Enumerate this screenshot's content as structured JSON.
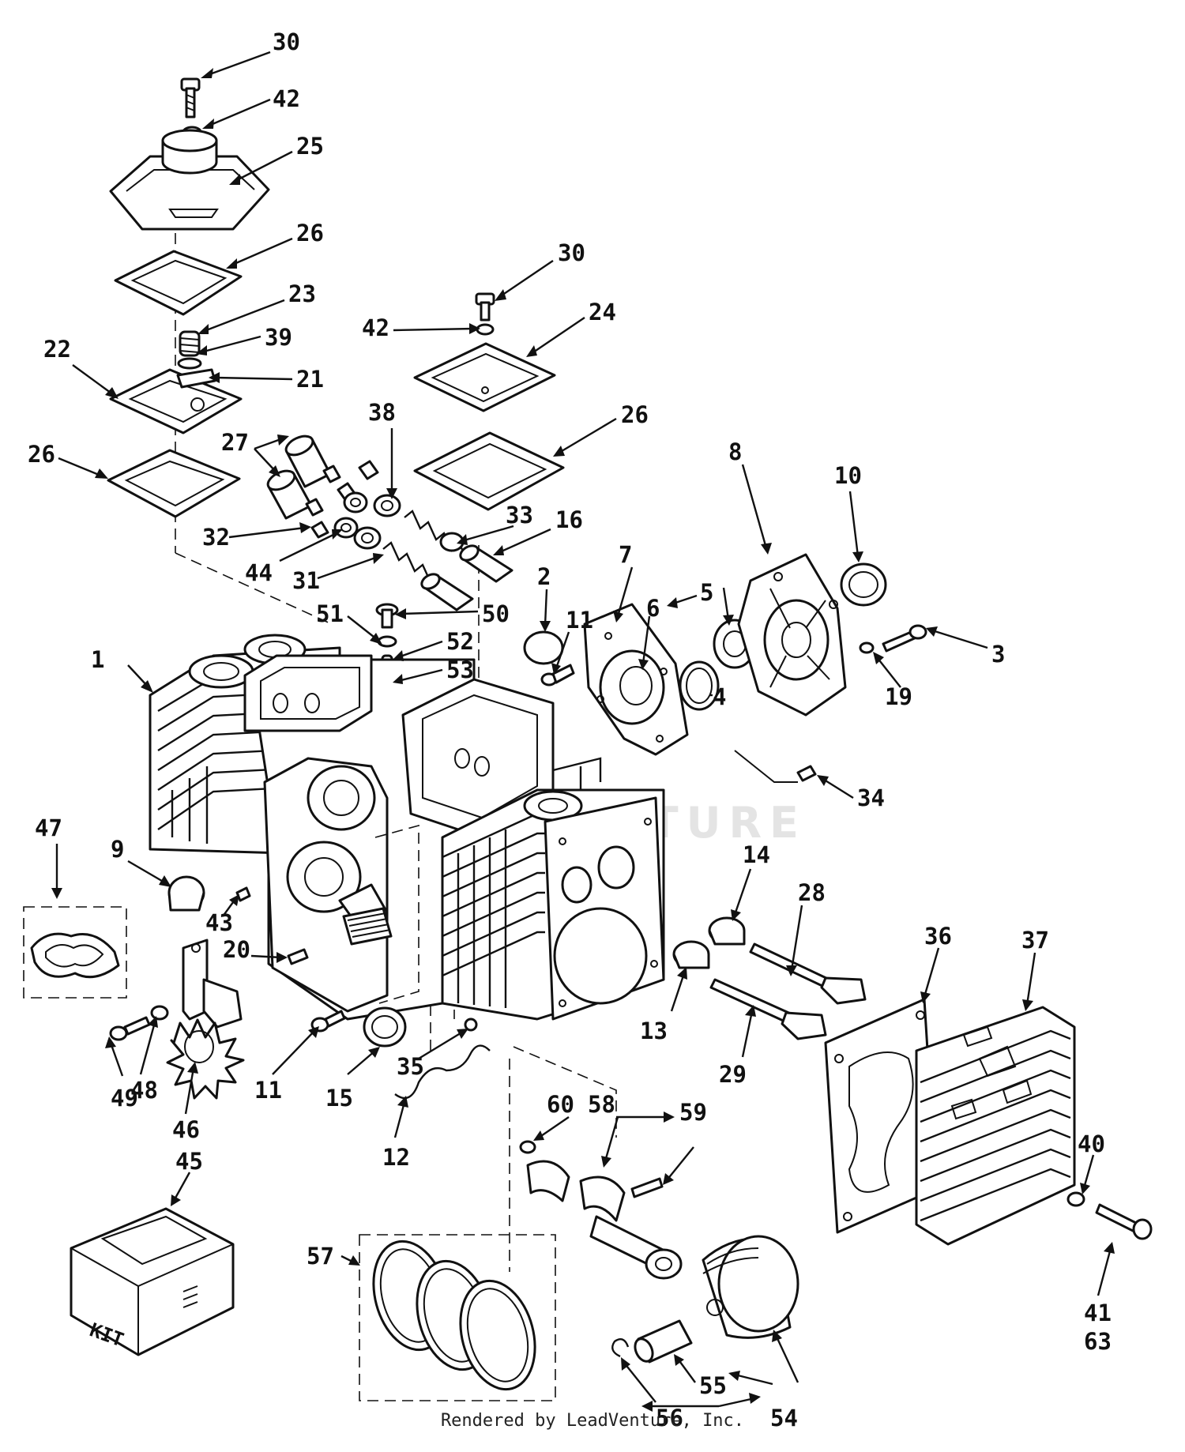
{
  "callouts": [
    {
      "id": "c-1",
      "label": "1"
    },
    {
      "id": "c-2",
      "label": "2"
    },
    {
      "id": "c-3",
      "label": "3"
    },
    {
      "id": "c-4",
      "label": "4"
    },
    {
      "id": "c-5",
      "label": "5"
    },
    {
      "id": "c-6",
      "label": "6"
    },
    {
      "id": "c-7",
      "label": "7"
    },
    {
      "id": "c-8",
      "label": "8"
    },
    {
      "id": "c-9",
      "label": "9"
    },
    {
      "id": "c-10",
      "label": "10"
    },
    {
      "id": "c-11a",
      "label": "11"
    },
    {
      "id": "c-11b",
      "label": "11"
    },
    {
      "id": "c-12",
      "label": "12"
    },
    {
      "id": "c-13",
      "label": "13"
    },
    {
      "id": "c-14",
      "label": "14"
    },
    {
      "id": "c-15",
      "label": "15"
    },
    {
      "id": "c-16",
      "label": "16"
    },
    {
      "id": "c-19",
      "label": "19"
    },
    {
      "id": "c-20",
      "label": "20"
    },
    {
      "id": "c-21",
      "label": "21"
    },
    {
      "id": "c-22",
      "label": "22"
    },
    {
      "id": "c-23",
      "label": "23"
    },
    {
      "id": "c-24",
      "label": "24"
    },
    {
      "id": "c-25",
      "label": "25"
    },
    {
      "id": "c-26a",
      "label": "26"
    },
    {
      "id": "c-26b",
      "label": "26"
    },
    {
      "id": "c-26c",
      "label": "26"
    },
    {
      "id": "c-27",
      "label": "27"
    },
    {
      "id": "c-28",
      "label": "28"
    },
    {
      "id": "c-29",
      "label": "29"
    },
    {
      "id": "c-30a",
      "label": "30"
    },
    {
      "id": "c-30b",
      "label": "30"
    },
    {
      "id": "c-31",
      "label": "31"
    },
    {
      "id": "c-32",
      "label": "32"
    },
    {
      "id": "c-33",
      "label": "33"
    },
    {
      "id": "c-34",
      "label": "34"
    },
    {
      "id": "c-35",
      "label": "35"
    },
    {
      "id": "c-36",
      "label": "36"
    },
    {
      "id": "c-37",
      "label": "37"
    },
    {
      "id": "c-38",
      "label": "38"
    },
    {
      "id": "c-39",
      "label": "39"
    },
    {
      "id": "c-40",
      "label": "40"
    },
    {
      "id": "c-41",
      "label": "41"
    },
    {
      "id": "c-42a",
      "label": "42"
    },
    {
      "id": "c-42b",
      "label": "42"
    },
    {
      "id": "c-43",
      "label": "43"
    },
    {
      "id": "c-44",
      "label": "44"
    },
    {
      "id": "c-45",
      "label": "45"
    },
    {
      "id": "c-46",
      "label": "46"
    },
    {
      "id": "c-47",
      "label": "47"
    },
    {
      "id": "c-48",
      "label": "48"
    },
    {
      "id": "c-49",
      "label": "49"
    },
    {
      "id": "c-50",
      "label": "50"
    },
    {
      "id": "c-51",
      "label": "51"
    },
    {
      "id": "c-52",
      "label": "52"
    },
    {
      "id": "c-53",
      "label": "53"
    },
    {
      "id": "c-54",
      "label": "54"
    },
    {
      "id": "c-55",
      "label": "55"
    },
    {
      "id": "c-56",
      "label": "56"
    },
    {
      "id": "c-57",
      "label": "57"
    },
    {
      "id": "c-58",
      "label": "58"
    },
    {
      "id": "c-59",
      "label": "59"
    },
    {
      "id": "c-60",
      "label": "60"
    },
    {
      "id": "c-63",
      "label": "63"
    }
  ],
  "kit_box_label": "KIT",
  "watermark": "LEADVENTURE",
  "footer": "Rendered by LeadVenture, Inc."
}
